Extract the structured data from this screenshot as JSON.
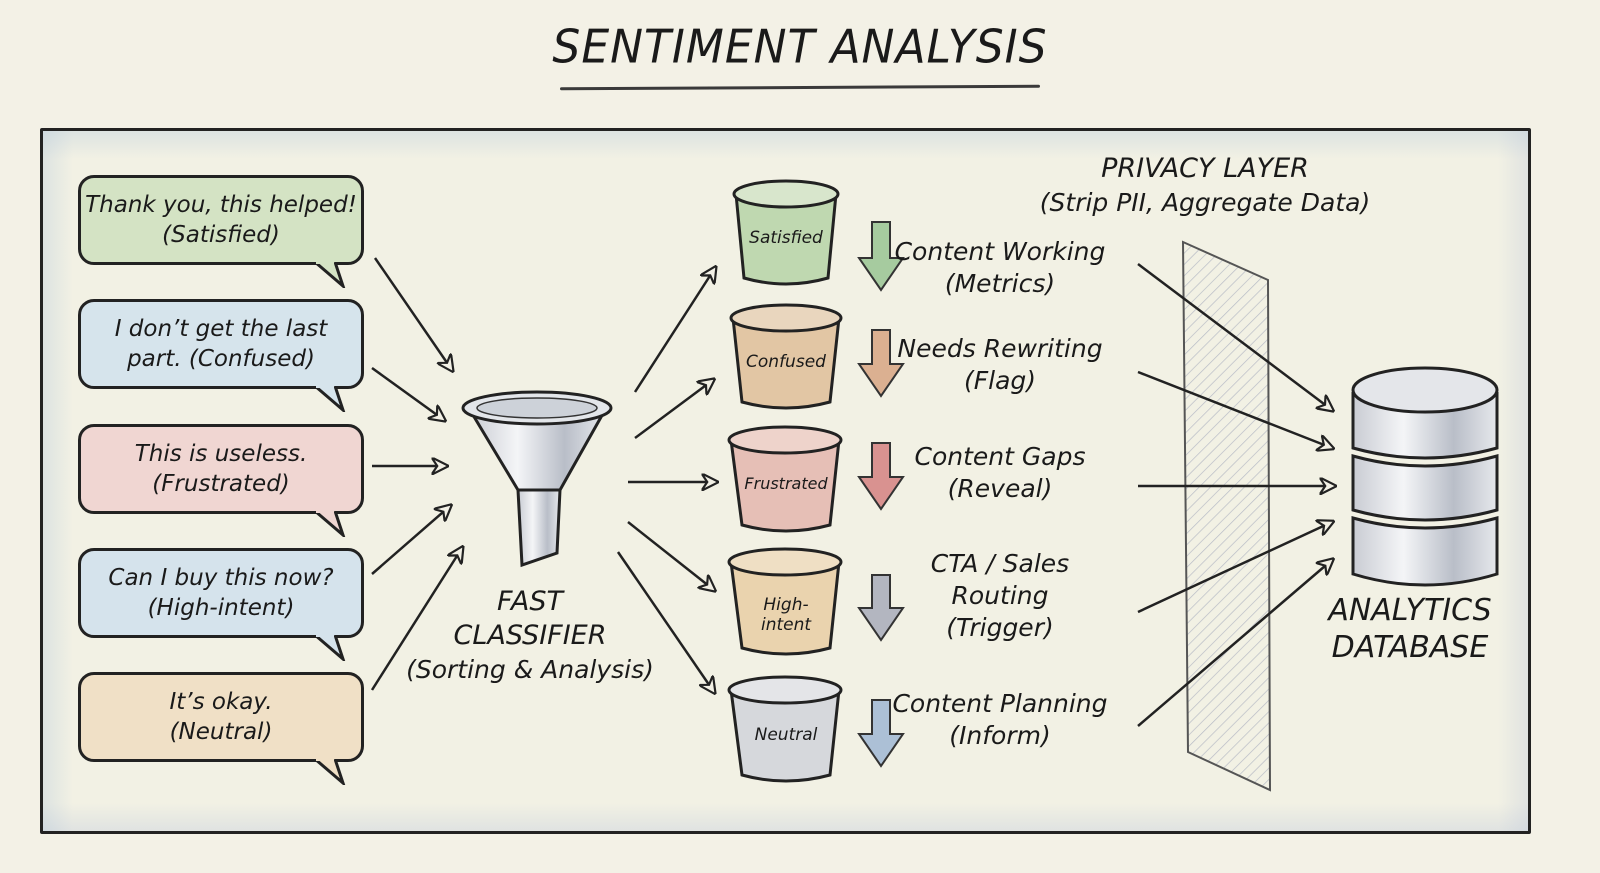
{
  "title": "SENTIMENT ANALYSIS",
  "colors": {
    "background": "#f3f1e6",
    "satisfied": "#c9dcb9",
    "confused": "#cfe0ea",
    "frustrated": "#efd0cc",
    "high_intent": "#d2e0ea",
    "neutral": "#efdcc0",
    "bucket_satisfied": "#bcd6ad",
    "bucket_confused": "#ddbf9c",
    "bucket_frustrated": "#e0b2a8",
    "bucket_high_intent": "#e7cba4",
    "bucket_neutral": "#cfd1d6",
    "arrow_satisfied": "#9cc596",
    "arrow_confused": "#d7a989",
    "arrow_frustrated": "#d48a88",
    "arrow_high_intent": "#a9adb8",
    "arrow_neutral": "#a6b8d0",
    "ink": "#1a1a1a"
  },
  "messages": [
    {
      "text": "Thank you, this helped!",
      "sentiment": "(Satisfied)"
    },
    {
      "text": "I don’t get the last",
      "sentiment": "part. (Confused)"
    },
    {
      "text": "This is useless.",
      "sentiment": "(Frustrated)"
    },
    {
      "text": "Can I buy this now?",
      "sentiment": "(High-intent)"
    },
    {
      "text": "It’s okay.",
      "sentiment": "(Neutral)"
    }
  ],
  "classifier": {
    "icon": "funnel-icon",
    "line1": "FAST",
    "line2": "CLASSIFIER",
    "line3": "(Sorting & Analysis)"
  },
  "buckets": [
    {
      "label": "Satisfied",
      "label2": "",
      "outcome": "Content Working",
      "outcome_detail": "(Metrics)",
      "outcome_extra": ""
    },
    {
      "label": "Confused",
      "label2": "",
      "outcome": "Needs Rewriting",
      "outcome_detail": "(Flag)",
      "outcome_extra": ""
    },
    {
      "label": "Frustrated",
      "label2": "",
      "outcome": "Content Gaps",
      "outcome_detail": "(Reveal)",
      "outcome_extra": ""
    },
    {
      "label": "High-",
      "label2": "intent",
      "outcome": "CTA / Sales",
      "outcome_detail": "Routing",
      "outcome_extra": "(Trigger)"
    },
    {
      "label": "Neutral",
      "label2": "",
      "outcome": "Content Planning",
      "outcome_detail": "(Inform)",
      "outcome_extra": ""
    }
  ],
  "privacy_layer": {
    "title": "PRIVACY LAYER",
    "subtitle": "(Strip PII, Aggregate Data)"
  },
  "database": {
    "icon": "database-icon",
    "line1": "ANALYTICS",
    "line2": "DATABASE"
  }
}
